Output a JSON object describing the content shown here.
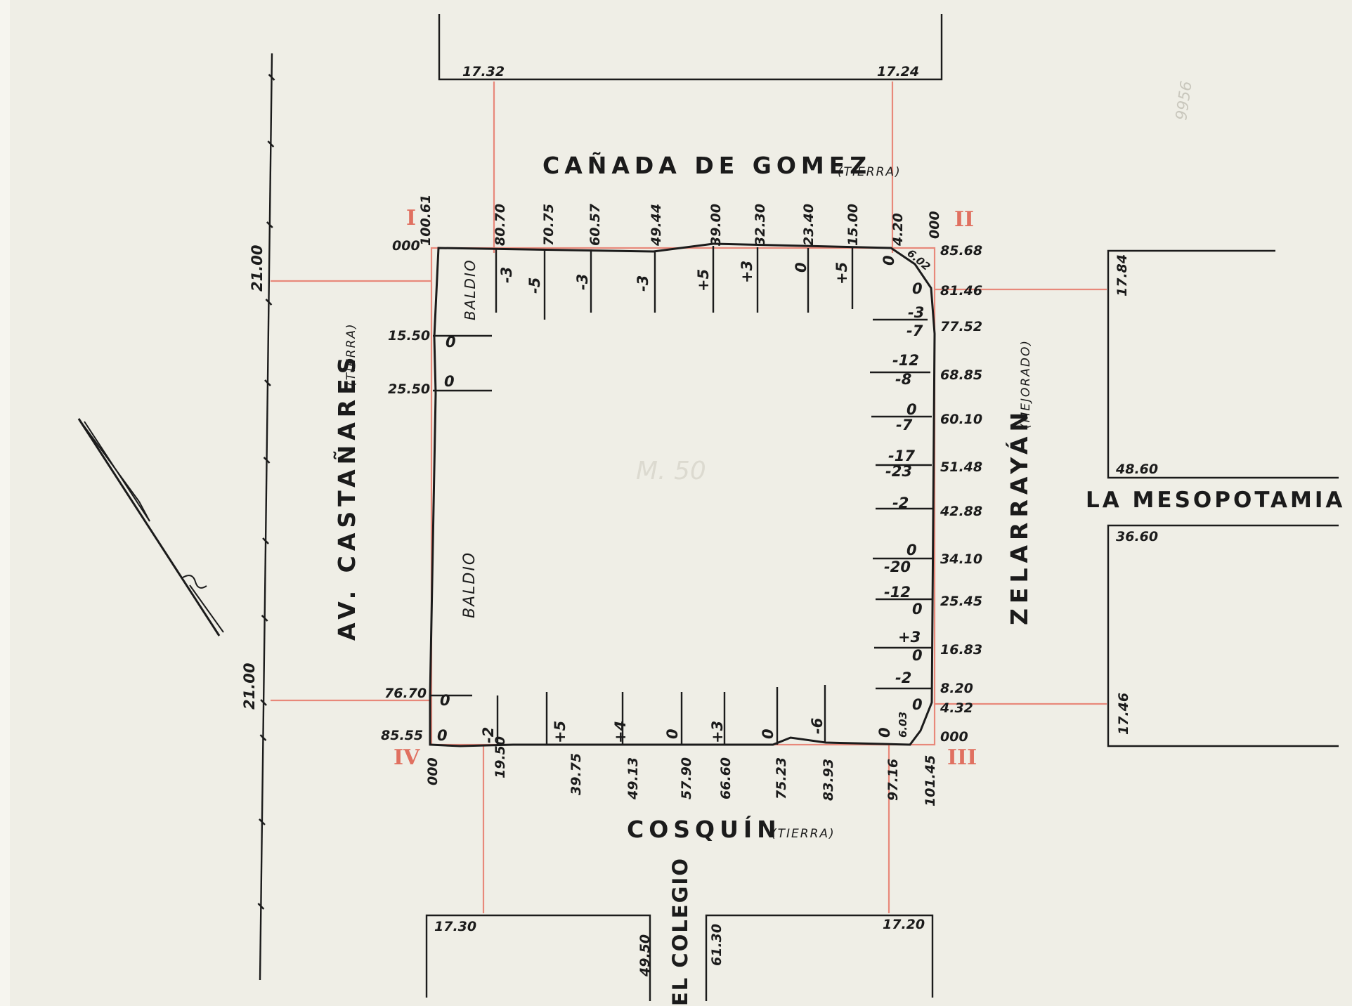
{
  "streets": {
    "north": "CAÑADA  DE  GOMEZ",
    "north_note": "(TIERRA)",
    "west": "AV. CASTAÑARES",
    "west_note": "(TIERRA)",
    "east": "ZELARRAYÁN",
    "east_note": "(MEJORADO)",
    "south": "COSQUÍN",
    "south_note": "(TIERRA)",
    "mesopotamia": "LA MESOPOTAMIA",
    "colegio": "EL COLEGIO"
  },
  "corners": {
    "I": "I",
    "II": "II",
    "III": "III",
    "IV": "IV"
  },
  "corner_values": {
    "nw": "000",
    "ne": "000",
    "se": "000",
    "sw": "000"
  },
  "baldio": {
    "top": "BALDIO",
    "left": "BALDIO"
  },
  "north_stations": [
    "100.61",
    "80.70",
    "70.75",
    "60.57",
    "49.44",
    "39.00",
    "32.30",
    "23.40",
    "15.00",
    "4.20"
  ],
  "north_offsets": [
    "-3",
    "-5",
    "-3",
    "-3",
    "+5",
    "+3",
    "0",
    "+5",
    "0"
  ],
  "east_stations": [
    "85.68",
    "81.46",
    "77.52",
    "68.85",
    "60.10",
    "51.48",
    "42.88",
    "34.10",
    "25.45",
    "16.83",
    "8.20",
    "4.32"
  ],
  "east_offsets": [
    "0",
    "-3",
    "-7",
    "-12",
    "-8",
    "0",
    "-7",
    "-17",
    "-23",
    "-2",
    "0",
    "-20",
    "-12",
    "0",
    "+3",
    "0",
    "-2",
    "0"
  ],
  "chamfers": {
    "ne": "6.02",
    "se": "6.03"
  },
  "south_stations": [
    "19.50",
    "39.75",
    "49.13",
    "57.90",
    "66.60",
    "75.23",
    "83.93",
    "97.16",
    "101.45"
  ],
  "south_offsets": [
    "-2",
    "+5",
    "+4",
    "0",
    "+3",
    "0",
    "-6",
    "0"
  ],
  "west_stations": [
    "15.50",
    "25.50",
    "76.70",
    "85.55"
  ],
  "west_offsets": [
    "0",
    "0",
    "0",
    "0"
  ],
  "avenue_widths": [
    "21.00",
    "21.00"
  ],
  "block_dims": {
    "top_left": "17.32",
    "top_right": "17.24",
    "right_top": "17.84",
    "right_mid": "48.60",
    "right_low_top": "36.60",
    "right_low": "17.46",
    "bottom_left": "17.30",
    "bottom_right": "17.20",
    "colegio_left": "49.50",
    "colegio_right": "61.30"
  },
  "faint_note": "M. 50",
  "pencil_note": "9956"
}
